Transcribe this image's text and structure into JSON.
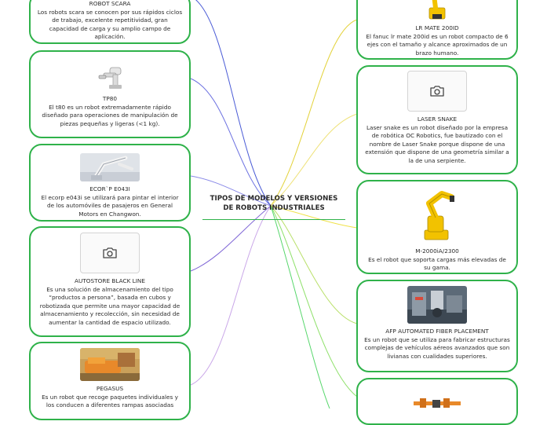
{
  "central_topic": [
    "TIPOS DE MODELOS Y VERSIONES",
    "DE ROBOTS INDUSTRIALES"
  ],
  "nodes_left": [
    {
      "id": "robot-scara",
      "title": "ROBOT SCARA",
      "description": "Los robots scara se conocen por sus rápidos ciclos de trabajo, excelente repetitividad, gran capacidad de carga y su amplio campo de aplicación.",
      "image": "none"
    },
    {
      "id": "tp80",
      "title": "TP80",
      "description": "El t80 es un robot extremadamente rápido diseñado para operaciones de manipulación de piezas pequeñas y ligeras (<1 kg).",
      "image": "white-robot-arm"
    },
    {
      "id": "ecorp-e043i",
      "title": "ECOR`P E043I",
      "description": "El ecorp e043i se utilizará para pintar el interior de los automóviles de pasajeros en General Motors en Changwon.",
      "image": "paint-robot"
    },
    {
      "id": "autostore",
      "title": "AUTOSTORE BLACK LINE",
      "description": "Es una solución de almacenamiento del tipo “productos a persona”, basada en cubos y robotizada que permite una mayor capacidad de almacenamiento y recolección, sin necesidad de aumentar la cantidad de espacio utilizado.",
      "image": "camera-icon"
    },
    {
      "id": "pegasus",
      "title": "PEGASUS",
      "description": "Es un robot que recoge paquetes individuales y los conducen a diferentes rampas asociadas",
      "image": "orange-robot"
    }
  ],
  "nodes_right": [
    {
      "id": "lr-mate",
      "title": "LR MATE 200ID",
      "description": "El fanuc lr mate 200id es un robot compacto de 6 ejes con el tamaño y alcance aproximados de un brazo humano.",
      "image": "yellow-arm-small"
    },
    {
      "id": "laser-snake",
      "title": "LASER SNAKE",
      "description": "Laser snake es un robot diseñado por la empresa de robótica OC Robotics, fue bautizado con el nombre de Laser Snake porque dispone de una extensión que dispone de una geometría similar a la de una serpiente.",
      "image": "camera-icon"
    },
    {
      "id": "m-2000ia",
      "title": "M-2000iA/2300",
      "description": "Es el robot que soporta cargas más elevadas de su gama.",
      "image": "yellow-arm-large"
    },
    {
      "id": "afp",
      "title": "AFP AUTOMATED FIBER PLACEMENT",
      "description": "Es un robot que se utiliza para fabricar estructuras complejas de vehículos aéreos avanzados que son livianas con cualidades superiores.",
      "image": "fiber-machine"
    },
    {
      "id": "bottom-right",
      "title": "",
      "description": "",
      "image": "orange-gantry"
    }
  ],
  "colors": {
    "node_border": "#2fb24a",
    "central_underline": "#2fb24a",
    "robot_yellow": "#f2c200",
    "robot_orange": "#e8892a"
  },
  "link_colors": [
    "#4a5bd6",
    "#6a6fe0",
    "#8a8ae8",
    "#7f66d6",
    "#c9a6e8",
    "#e3d23a",
    "#efe27a",
    "#f0e24a",
    "#b9e06a",
    "#8ee06a",
    "#55d66a"
  ]
}
